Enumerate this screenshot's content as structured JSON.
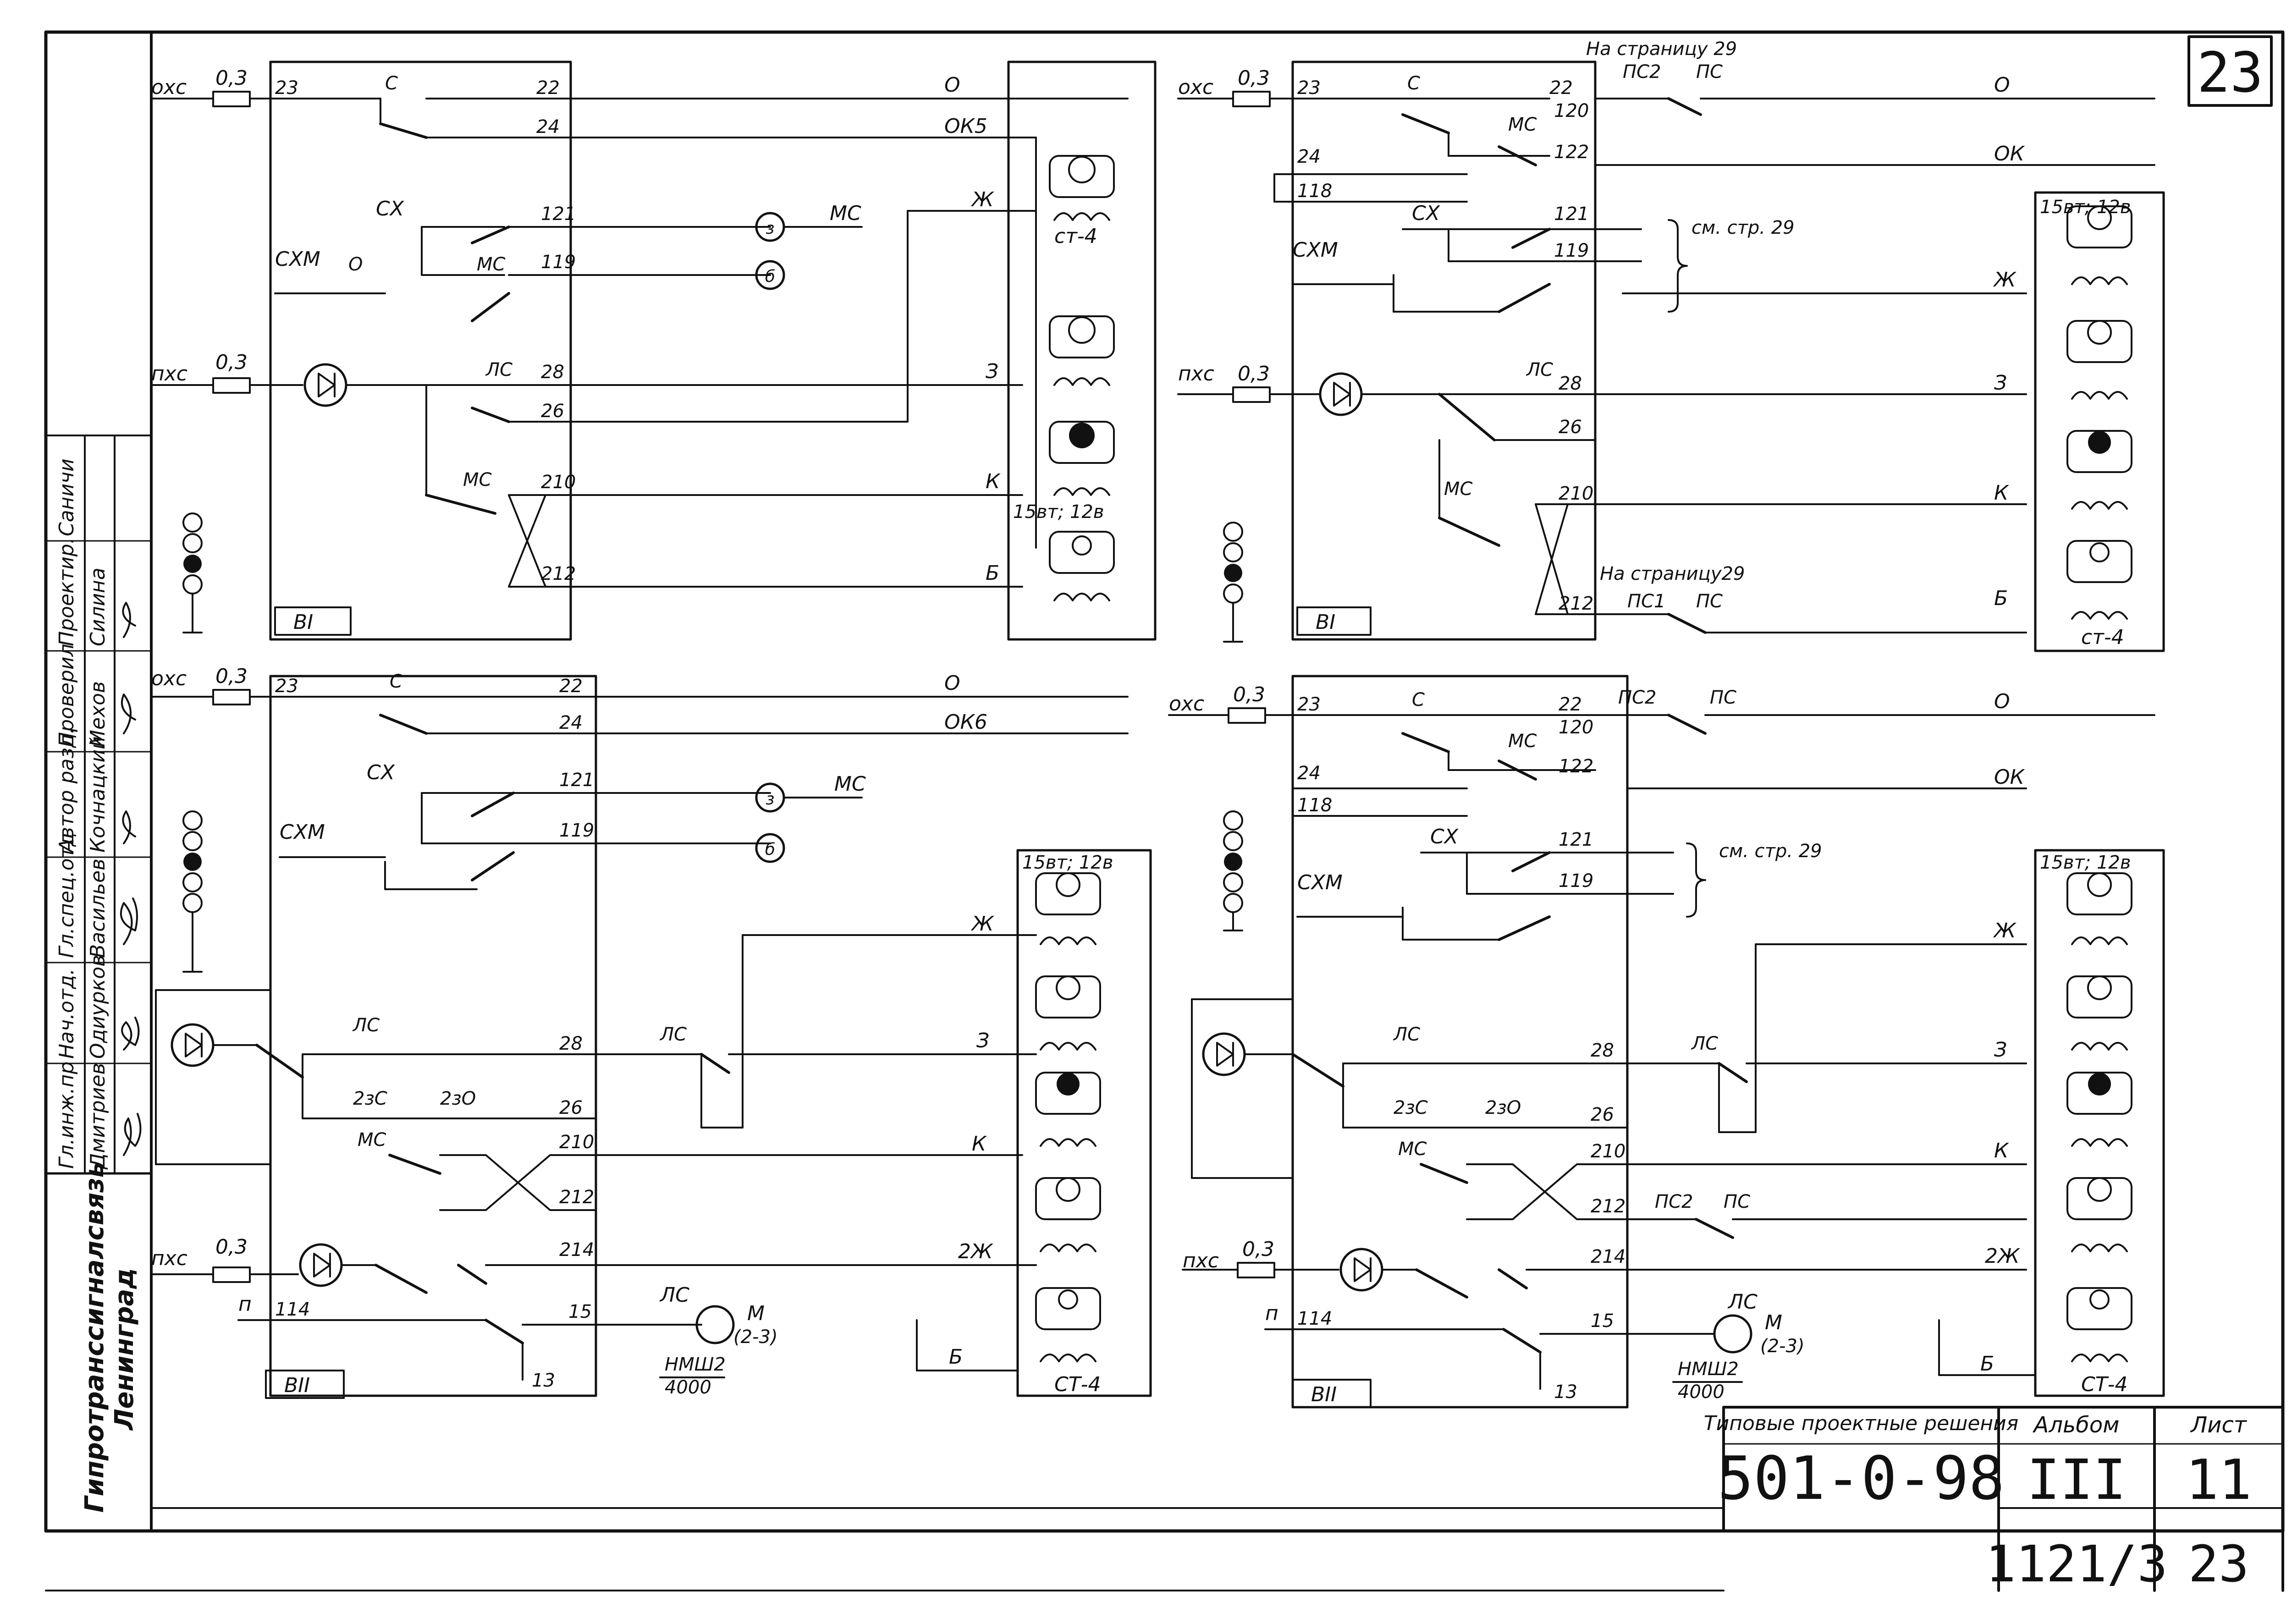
{
  "sheet": {
    "page_number": "23",
    "organization": "Гипротранссигналсвязь",
    "city": "Ленинград",
    "approvals": [
      {
        "role": "Гл.инж.пр",
        "name": "Дмитриев"
      },
      {
        "role": "Нач.отд.",
        "name": "Одиурков"
      },
      {
        "role": "Гл.спец.отд",
        "name": "Васильев"
      },
      {
        "role": "Автор разд.",
        "name": "Кочнацкий"
      },
      {
        "role": "Проверил",
        "name": "Мехов"
      },
      {
        "role": "Проектир.",
        "name": "Силина"
      },
      {
        "role": "",
        "name": "Саничи"
      }
    ],
    "title_block": {
      "project_label": "Типовые проектные решения",
      "project_number": "501-0-98",
      "album_label": "Альбом",
      "album_value": "III",
      "sheet_label": "Лист",
      "sheet_value": "11",
      "inventory": "1121/3",
      "page_repeat": "23"
    }
  },
  "common": {
    "fuse_value": "0,3",
    "bus_oxc": "охс",
    "bus_pxc": "пхс",
    "bus_p": "п",
    "wire_o": "О",
    "wire_zh": "Ж",
    "wire_z": "З",
    "wire_k": "К",
    "wire_b": "Б",
    "wire_2zh": "2Ж",
    "wire_ok": "ОК",
    "transformer": "СТ-4",
    "transformer_alt": "ст-4",
    "lamp_rating": "15вт; 12в",
    "see_page": "см. стр. 29",
    "to_page": "На страницу 29",
    "to_page_alt": "На страницу29",
    "lamp_b": "б",
    "lamp_z": "з",
    "relay_ls": "ЛС",
    "motor_m": "М",
    "motor_range": "(2-3)",
    "relay_type": "НМШ2",
    "relay_resistance": "4000"
  },
  "quadrants": [
    {
      "id": "q1",
      "unit_label": "ВI",
      "bus_top": "охс",
      "bus_mid": "пхс",
      "wire_ok": "ОК5",
      "terminals": [
        "23",
        "22",
        "24",
        "121",
        "119",
        "28",
        "26",
        "210",
        "212"
      ],
      "contacts": [
        "С",
        "О",
        "ЛС",
        "МС",
        "СХ",
        "СХМ",
        "С",
        "МС"
      ],
      "lamp_b": "б",
      "lamp_z": "з",
      "mc": "МС"
    },
    {
      "id": "q2",
      "unit_label": "ВI",
      "bus_top": "охс",
      "bus_mid": "пхс",
      "wire_ok": "ОК",
      "terminals": [
        "23",
        "22",
        "24",
        "118",
        "120",
        "122",
        "121",
        "119",
        "28",
        "26",
        "210",
        "212"
      ],
      "contacts": [
        "С",
        "ПС2",
        "ПС",
        "ПС1",
        "ЛС",
        "МС",
        "СХ",
        "СХМ",
        "О"
      ]
    },
    {
      "id": "q3",
      "unit_label": "ВII",
      "bus_top": "охс",
      "bus_mid": "пхс",
      "wire_ok": "ОК6",
      "terminals": [
        "23",
        "22",
        "24",
        "121",
        "119",
        "28",
        "26",
        "210",
        "212",
        "214",
        "15",
        "13",
        "114"
      ],
      "contacts": [
        "С",
        "О",
        "ЛС",
        "МС",
        "2зС",
        "2зО",
        "СХ",
        "СХМ"
      ],
      "mc": "МС"
    },
    {
      "id": "q4",
      "unit_label": "ВII",
      "bus_top": "охс",
      "bus_mid": "пхс",
      "wire_ok": "ОК",
      "terminals": [
        "23",
        "22",
        "24",
        "118",
        "120",
        "122",
        "121",
        "119",
        "28",
        "26",
        "210",
        "212",
        "214",
        "15",
        "13",
        "114"
      ],
      "contacts": [
        "С",
        "ПС2",
        "ПС",
        "ЛС",
        "МС",
        "2зС",
        "2зО",
        "СХ",
        "СХМ",
        "О"
      ]
    }
  ]
}
